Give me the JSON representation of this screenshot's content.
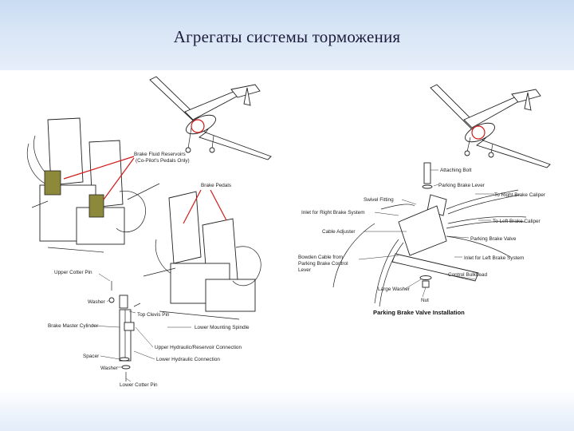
{
  "slide": {
    "title": "Агрегаты системы торможения"
  },
  "left_diagram": {
    "labels": {
      "reservoirs": [
        "Brake Fluid Reservoirs",
        "(Co-Pilot's Pedals Only)"
      ],
      "brake_pedals": "Brake Pedals",
      "upper_cotter_pin": "Upper Cotter Pin",
      "washer_top": "Washer",
      "top_clevis_pin": "Top Clevis Pin",
      "master_cylinder": "Brake Master Cylinder",
      "lower_mounting_spindle": "Lower Mounting Spindle",
      "upper_hydraulic": "Upper Hydraulic/Reservoir Connection",
      "spacer": "Spacer",
      "lower_hydraulic": "Lower Hydraulic Connection",
      "washer_bottom": "Washer",
      "lower_cotter_pin": "Lower Cotter Pin"
    }
  },
  "right_diagram": {
    "caption": "Parking Brake Valve Installation",
    "labels": {
      "attaching_bolt": "Attaching Bolt",
      "parking_brake_lever": "Parking Brake Lever",
      "to_right_caliper": "To Right Brake Caliper",
      "swivel_fitting": "Swivel Fitting",
      "inlet_right": "Inlet for Right Brake System",
      "to_left_caliper": "To Left Brake Caliper",
      "cable_adjuster": "Cable Adjuster",
      "parking_brake_valve": "Parking Brake Valve",
      "bowden_cable": [
        "Bowden Cable from",
        "Parking Brake Control",
        "Lever"
      ],
      "inlet_left": "Inlet for Left Brake System",
      "control_bulkhead": "Control Bulkhead",
      "large_washer": "Large Washer",
      "nut": "Nut"
    }
  },
  "colors": {
    "title_band": "#c9dcf3",
    "reservoir": "#8c8a3a",
    "highlight": "#d21a1a"
  }
}
